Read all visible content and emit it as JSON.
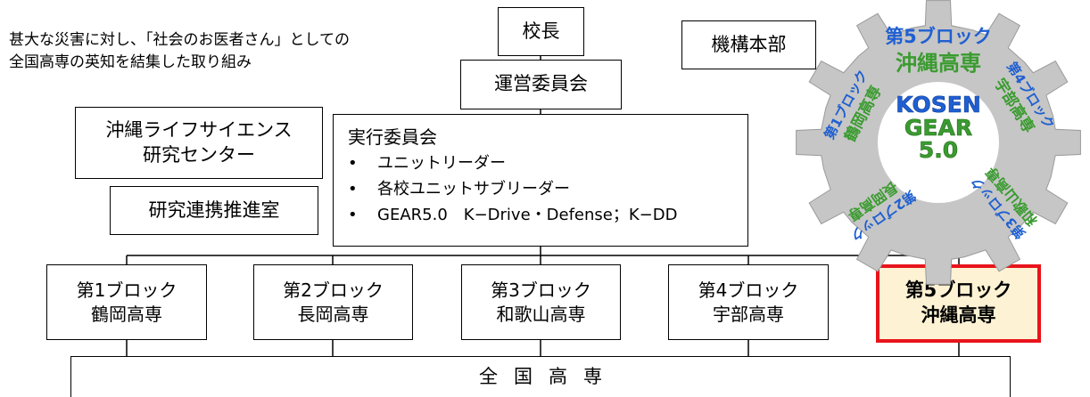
{
  "intro": {
    "line1": "甚大な災害に対し、「社会のお医者さん」としての",
    "line2": "全国高専の英知を結集した取り組み"
  },
  "org": {
    "principal": "校長",
    "headquarters": "機構本部",
    "steering_committee": "運営委員会",
    "okinawa_center_line1": "沖縄ライフサイエンス",
    "okinawa_center_line2": "研究センター",
    "research_office": "研究連携推進室",
    "executive_committee": {
      "title": "実行委員会",
      "items": [
        "ユニットリーダー",
        "各校ユニットサブリーダー",
        "GEAR5.0　K−Drive・Defense；K−DD"
      ]
    },
    "blocks": [
      {
        "name": "第1ブロック",
        "school": "鶴岡高専"
      },
      {
        "name": "第2ブロック",
        "school": "長岡高専"
      },
      {
        "name": "第3ブロック",
        "school": "和歌山高専"
      },
      {
        "name": "第4ブロック",
        "school": "宇部高専"
      },
      {
        "name": "第5ブロック",
        "school": "沖縄高専"
      }
    ],
    "national_chars": [
      "全",
      "国",
      "高",
      "専"
    ]
  },
  "gear": {
    "center_line1": "KOSEN",
    "center_line2": "GEAR",
    "center_line3": "5.0",
    "top_line1": "第5ブロック",
    "top_line2": "沖縄高専",
    "right_block": "第4ブロック",
    "right_school": "宇部高専",
    "left_block": "第1ブロック",
    "left_school": "鶴岡高専",
    "bottom_right_block": "第3ブロック",
    "bottom_right_school": "和歌山高専",
    "bottom_left_block": "第2ブロック",
    "bottom_left_school": "長岡高専",
    "colors": {
      "gear_fill": "#c6c6c6",
      "blue_text": "#1f5fd1",
      "green_text": "#3a9b2f",
      "center_fill": "#ffffff"
    }
  },
  "colors": {
    "highlight_border": "#e8141b",
    "highlight_fill": "#fdf2d3"
  }
}
